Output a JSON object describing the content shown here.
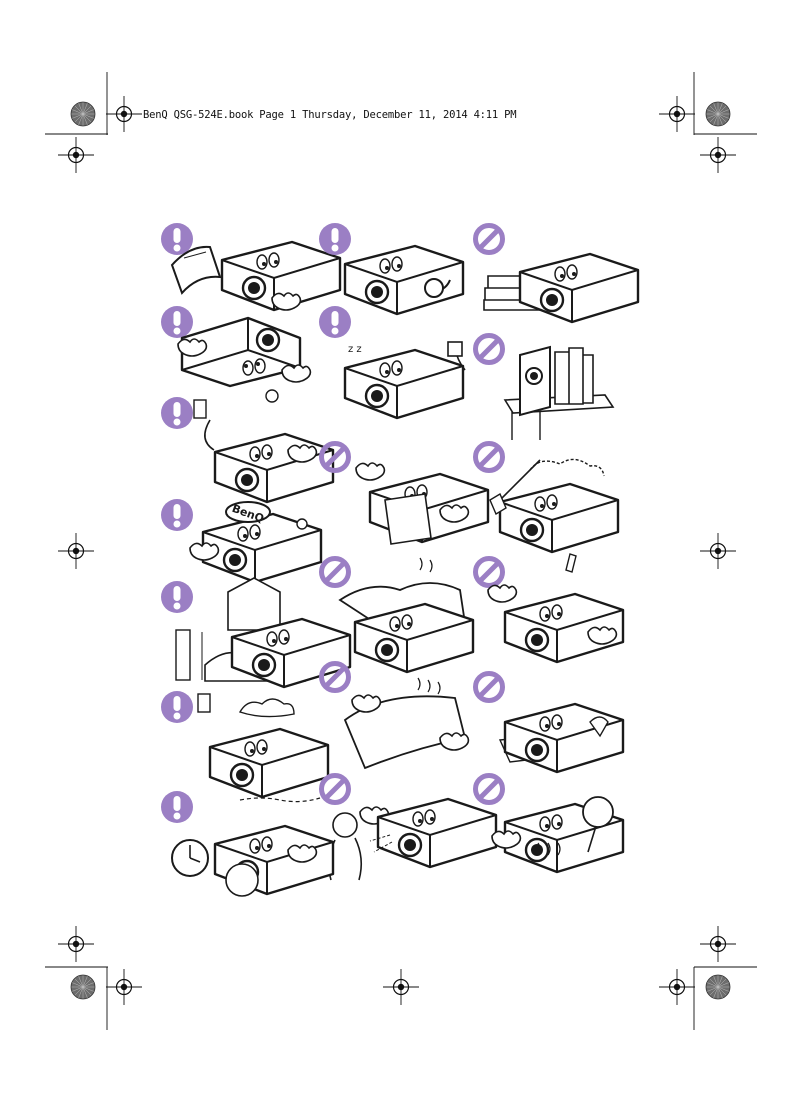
{
  "header": {
    "book_info": "BenQ QSG-524E.book  Page 1  Thursday, December 11, 2014  4:11 PM"
  },
  "colors": {
    "icon_fill": "#9b7fc4",
    "line": "#1a1a1a",
    "background": "#ffffff"
  },
  "illustrations": [
    {
      "icon": "exclamation-icon",
      "scene": "projector-with-manual-book"
    },
    {
      "icon": "exclamation-icon",
      "scene": "projector-with-cable"
    },
    {
      "icon": "prohibited-icon",
      "scene": "projector-on-book-stack"
    },
    {
      "icon": "exclamation-icon",
      "scene": "projector-upside-down"
    },
    {
      "icon": "exclamation-icon",
      "scene": "projector-with-power-adapter"
    },
    {
      "icon": "prohibited-icon",
      "scene": "projector-standing-on-shelf"
    },
    {
      "icon": "exclamation-icon",
      "scene": "projector-unplugging-from-outlet"
    },
    {
      "icon": "prohibited-icon",
      "scene": "projector-on-box"
    },
    {
      "icon": "prohibited-icon",
      "scene": "projector-in-dust"
    },
    {
      "icon": "exclamation-icon",
      "scene": "projector-with-benq-cap"
    },
    {
      "icon": "prohibited-icon",
      "scene": "projector-under-pillows"
    },
    {
      "icon": "prohibited-icon",
      "scene": "projector-liquid-spill"
    },
    {
      "icon": "exclamation-icon",
      "scene": "projector-altitude-house"
    },
    {
      "icon": "prohibited-icon",
      "scene": "projector-covered-by-cloth"
    },
    {
      "icon": "prohibited-icon",
      "scene": "projector-on-plate-with-lamp"
    },
    {
      "icon": "exclamation-icon",
      "scene": "projector-unplugged-cloud"
    },
    {
      "icon": "prohibited-icon",
      "scene": "projector-beam-in-eyes"
    },
    {
      "icon": "prohibited-icon",
      "scene": "projector-heat-fan"
    },
    {
      "icon": "exclamation-icon",
      "scene": "projector-clock-cooling"
    }
  ]
}
